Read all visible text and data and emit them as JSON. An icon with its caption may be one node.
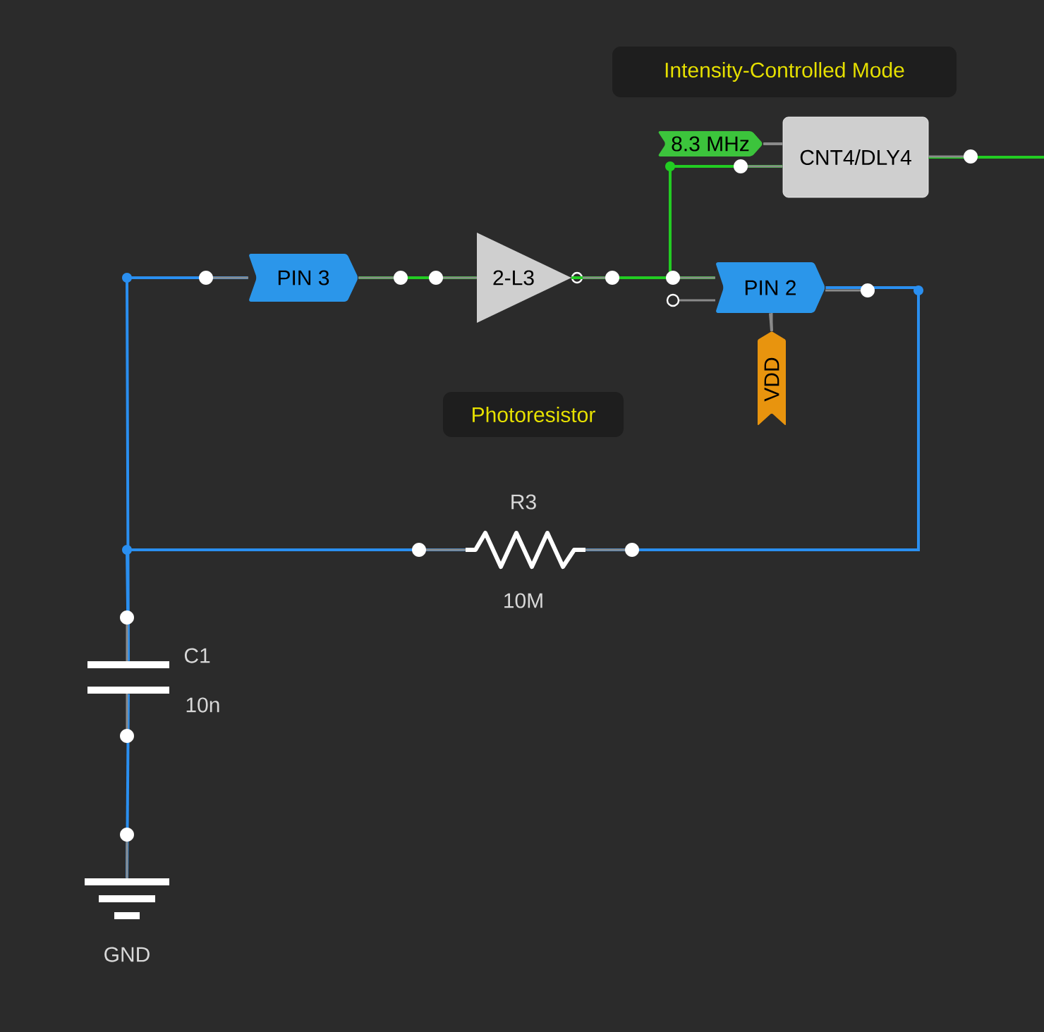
{
  "diagram": {
    "nodes": [
      {
        "text": [
          "Intensity-Controlled Mode"
        ]
      },
      {
        "text": [
          "8.3 MHz"
        ]
      },
      {
        "text": [
          "CNT4/DLY4"
        ]
      },
      {
        "text": [
          "PIN 3"
        ]
      },
      {
        "text": [
          "2-L3"
        ]
      },
      {
        "text": [
          "PIN 2"
        ]
      },
      {
        "text": [
          "VDD"
        ]
      },
      {
        "text": [
          "Photoresistor"
        ]
      },
      {
        "text": [
          "R3",
          "10M"
        ]
      },
      {
        "text": [
          "C1",
          "10n"
        ]
      },
      {
        "text": [
          "GND"
        ]
      }
    ],
    "edges": [
      {
        "from": 3,
        "to": 4,
        "arrow": "none",
        "color": "#22cc22"
      },
      {
        "from": 4,
        "to": 5,
        "arrow": "none",
        "color": "#22cc22"
      },
      {
        "from": 4,
        "to": 2,
        "arrow": "none",
        "color": "#22cc22"
      },
      {
        "from": 1,
        "to": 2,
        "arrow": "none",
        "color": "#8a8a8a"
      },
      {
        "from": 2,
        "to": null,
        "arrow": "none",
        "color": "#22cc22"
      },
      {
        "from": 5,
        "to": 6,
        "arrow": "none",
        "color": "#8a8a8a"
      },
      {
        "from": 5,
        "to": 8,
        "arrow": "none",
        "color": "#2a8ff0"
      },
      {
        "from": 3,
        "to": 9,
        "arrow": "none",
        "color": "#2a8ff0"
      },
      {
        "from": 8,
        "to": 9,
        "arrow": "none",
        "color": "#2a8ff0"
      },
      {
        "from": 9,
        "to": 10,
        "arrow": "none",
        "color": "#2a8ff0"
      }
    ]
  }
}
